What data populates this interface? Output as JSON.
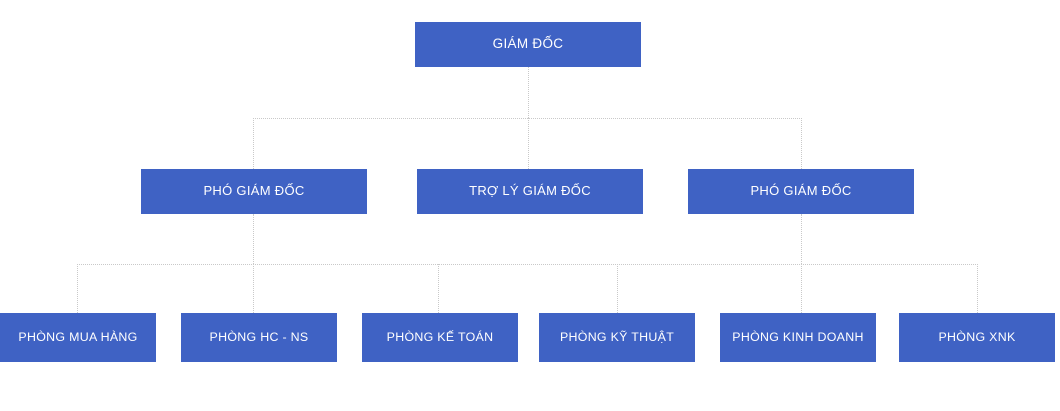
{
  "chart": {
    "title": "",
    "type": "org-chart",
    "node_fill_color": "#3f62c4",
    "node_text_color": "#ffffff",
    "connector_color": "#c9c9c9",
    "background_color": "#ffffff",
    "levels": [
      {
        "level": 1,
        "nodes": [
          {
            "id": "giam-doc",
            "label": "GIÁM ĐỐC"
          }
        ]
      },
      {
        "level": 2,
        "nodes": [
          {
            "id": "pho-giam-doc-1",
            "label": "PHÓ GIÁM ĐỐC"
          },
          {
            "id": "tro-ly-giam-doc",
            "label": "TRỢ LÝ GIÁM ĐỐC"
          },
          {
            "id": "pho-giam-doc-2",
            "label": "PHÓ GIÁM ĐỐC"
          }
        ]
      },
      {
        "level": 3,
        "nodes": [
          {
            "id": "phong-mua-hang",
            "label": "PHÒNG MUA HÀNG"
          },
          {
            "id": "phong-hc-ns",
            "label": "PHÒNG HC - NS"
          },
          {
            "id": "phong-ke-toan",
            "label": "PHÒNG KẾ TOÁN"
          },
          {
            "id": "phong-ky-thuat",
            "label": "PHÒNG KỸ THUẬT"
          },
          {
            "id": "phong-kinh-doanh",
            "label": "PHÒNG KINH DOANH"
          },
          {
            "id": "phong-xnk",
            "label": "PHÒNG XNK"
          }
        ]
      }
    ]
  }
}
